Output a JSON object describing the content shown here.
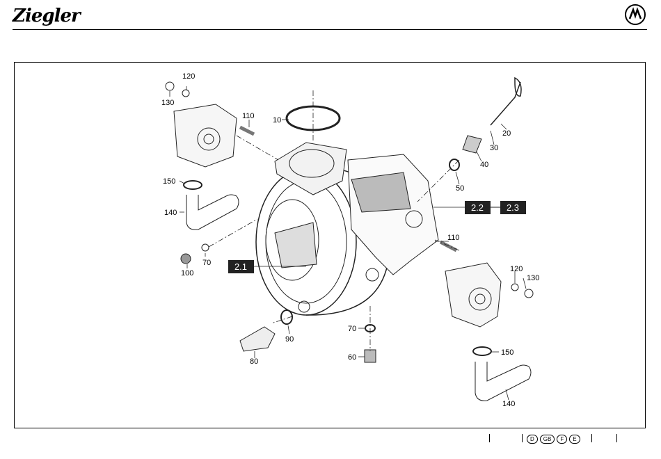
{
  "header": {
    "brand": "Ziegler",
    "emblem_icon": "ziegler-emblem"
  },
  "callouts": {
    "c10": "10",
    "c20": "20",
    "c30": "30",
    "c40": "40",
    "c50": "50",
    "c60": "60",
    "c70a": "70",
    "c70b": "70",
    "c80": "80",
    "c90": "90",
    "c100": "100",
    "c110a": "110",
    "c110b": "110",
    "c120a": "120",
    "c120b": "120",
    "c130a": "130",
    "c130b": "130",
    "c140a": "140",
    "c140b": "140",
    "c150a": "150",
    "c150b": "150"
  },
  "tags": {
    "t21": "2.1",
    "t22": "2.2",
    "t23": "2.3"
  },
  "footer": {
    "languages": [
      "D",
      "GB",
      "F",
      "E"
    ]
  }
}
